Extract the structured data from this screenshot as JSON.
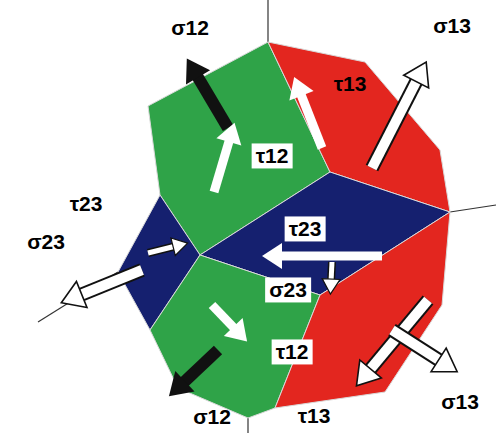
{
  "diagram": {
    "labels": [
      "σ12",
      "σ13",
      "τ13",
      "τ12",
      "τ23",
      "τ23",
      "σ23",
      "σ23",
      "τ12",
      "σ13",
      "τ13",
      "σ12"
    ]
  }
}
